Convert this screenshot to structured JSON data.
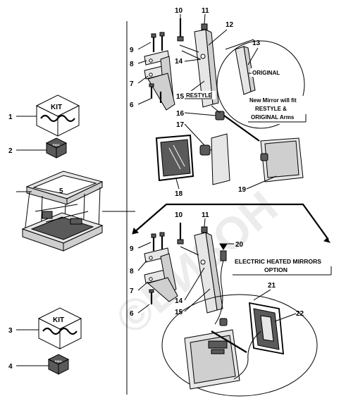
{
  "watermark": "©БИЗОН",
  "kits": [
    {
      "id": "1",
      "label": "KIT"
    },
    {
      "id": "3",
      "label": "KIT"
    }
  ],
  "packs": [
    {
      "id": "2",
      "label": "PAKL"
    },
    {
      "id": "4",
      "label": "PAKL"
    }
  ],
  "labels": {
    "original": "ORIGINAL",
    "restyle": "RESTYLE",
    "fit_line1": "New Mirror will fit",
    "fit_line2": "RESTYLE &",
    "fit_line3": "ORIGINAL Arms",
    "heated_line1": "ELECTRIC HEATED MIRRORS",
    "heated_line2": "OPTION"
  },
  "callouts": {
    "n1": "1",
    "n2": "2",
    "n3": "3",
    "n4": "4",
    "n5": "5",
    "n6a": "6",
    "n7a": "7",
    "n8a": "8",
    "n9a": "9",
    "n10a": "10",
    "n11a": "11",
    "n12": "12",
    "n13": "13",
    "n14a": "14",
    "n15a": "15",
    "n16": "16",
    "n17": "17",
    "n18": "18",
    "n19": "19",
    "n6b": "6",
    "n7b": "7",
    "n8b": "8",
    "n9b": "9",
    "n10b": "10",
    "n11b": "11",
    "n14b": "14",
    "n15b": "15",
    "n20": "20",
    "n21": "21",
    "n22": "22"
  }
}
